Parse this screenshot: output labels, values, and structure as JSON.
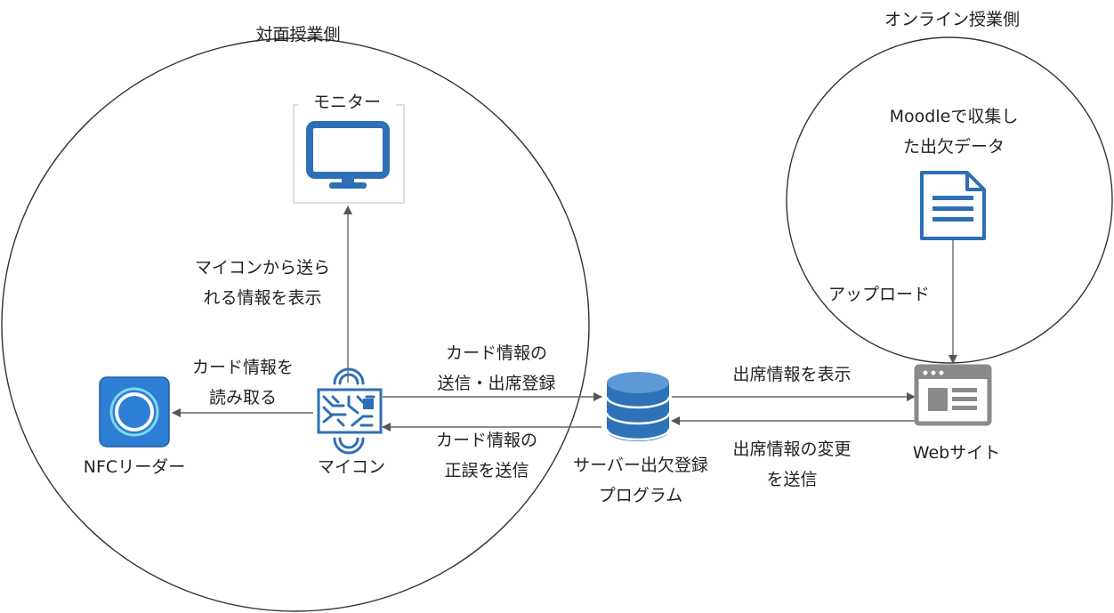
{
  "regions": {
    "onsite_title": "対面授業側",
    "online_title": "オンライン授業側"
  },
  "nodes": {
    "monitor": "モニター",
    "nfc_reader": "NFCリーダー",
    "microcontroller": "マイコン",
    "server": [
      "サーバー出欠登録",
      "プログラム"
    ],
    "moodle_data": [
      "Moodleで収集し",
      "た出欠データ"
    ],
    "website": "Webサイト"
  },
  "edges": {
    "mcu_to_monitor": [
      "マイコンから送ら",
      "れる情報を表示"
    ],
    "mcu_to_nfc": [
      "カード情報を",
      "読み取る"
    ],
    "mcu_to_server": [
      "カード情報の",
      "送信・出席登録"
    ],
    "server_to_mcu": [
      "カード情報の",
      "正誤を送信"
    ],
    "server_to_web": "出席情報を表示",
    "web_to_server": [
      "出席情報の変更",
      "を送信"
    ],
    "moodle_to_web": "アップロード"
  },
  "colors": {
    "aws_blue": "#2e6fb5",
    "nfc_blue": "#2c7fd4",
    "db_blue": "#2e73b8",
    "web_gray": "#8a8a8a",
    "line": "#666666"
  },
  "icons": {
    "monitor": "monitor-icon",
    "nfc_reader": "nfc-reader-icon",
    "microcontroller": "chip-icon",
    "server": "database-icon",
    "moodle_data": "document-icon",
    "website": "browser-window-icon"
  }
}
